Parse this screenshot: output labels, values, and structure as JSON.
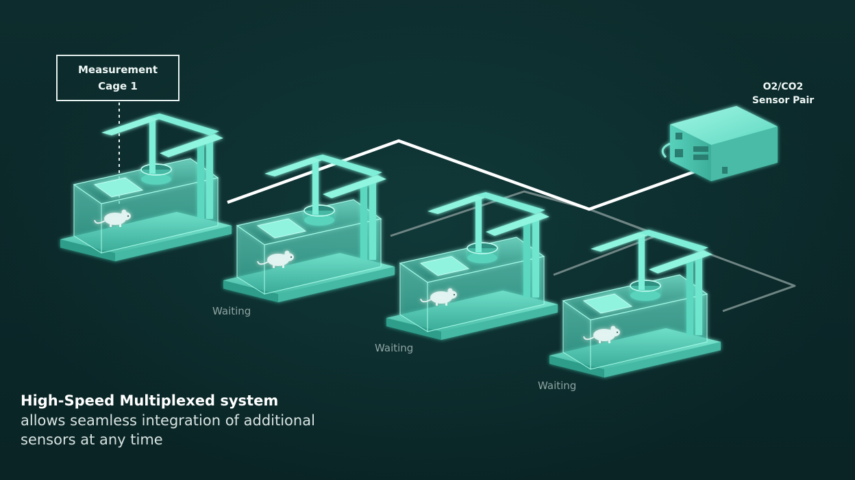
{
  "callout": {
    "label": "Measurement\nCage 1"
  },
  "sensor": {
    "label": "O2/CO2\nSensor Pair"
  },
  "cages": [
    {
      "status": ""
    },
    {
      "status": "Waiting"
    },
    {
      "status": "Waiting"
    },
    {
      "status": "Waiting"
    }
  ],
  "caption": {
    "title": "High-Speed Multiplexed system",
    "body": "allows seamless integration of additional\nsensors at any time"
  },
  "colors": {
    "background": "#0a2526",
    "cage_glass": "#5ee0c8",
    "active_line": "#ffffff",
    "inactive_line": "#6f8584",
    "text": "#eef7f5",
    "status_text": "#8fa5a3"
  }
}
